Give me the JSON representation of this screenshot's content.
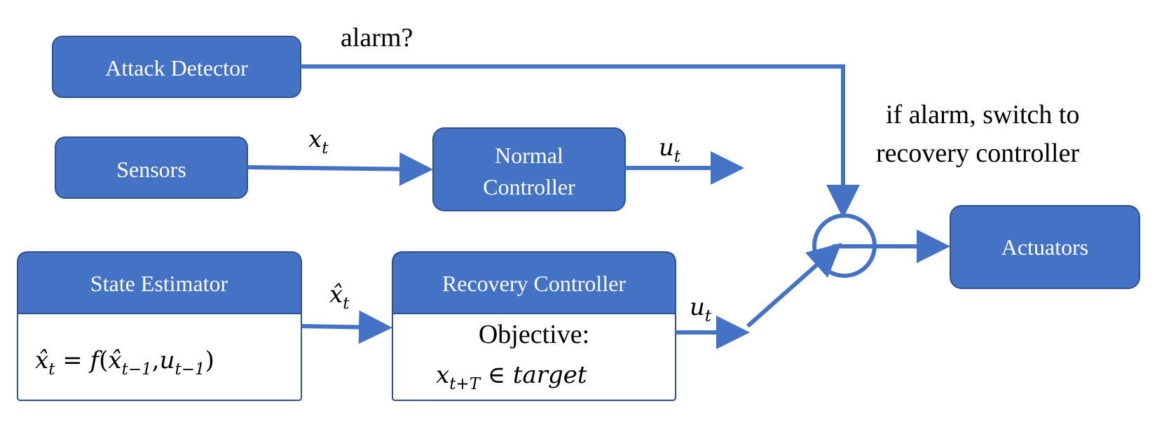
{
  "colors": {
    "box_fill": "#4472c4",
    "box_stroke": "#2f528f",
    "connector": "#4472c4",
    "text": "#000000",
    "box_text": "#ffffff"
  },
  "blocks": {
    "attack_detector": "Attack Detector",
    "sensors": "Sensors",
    "normal_controller_line1": "Normal",
    "normal_controller_line2": "Controller",
    "state_estimator": "State Estimator",
    "recovery_controller": "Recovery Controller",
    "actuators": "Actuators"
  },
  "annotations": {
    "alarm": "alarm?",
    "switch_line1": "if alarm, switch to",
    "switch_line2": "recovery controller"
  },
  "signals": {
    "x": "x",
    "x_sub": "t",
    "x_hat": "x̂",
    "u": "u",
    "u_sub": "t"
  },
  "state_estimator_equation": {
    "lhs": "x̂",
    "lhs_sub": "t",
    "eq": " = ",
    "f": "f",
    "open": "(",
    "arg1": "x̂",
    "arg1_sub": "t−1",
    "comma": ",",
    "arg2": "u",
    "arg2_sub": "t−1",
    "close": ")"
  },
  "recovery_objective": {
    "label": "Objective:",
    "var": "x",
    "var_sub": "t+T",
    "in": " ∈ ",
    "target": "target"
  }
}
